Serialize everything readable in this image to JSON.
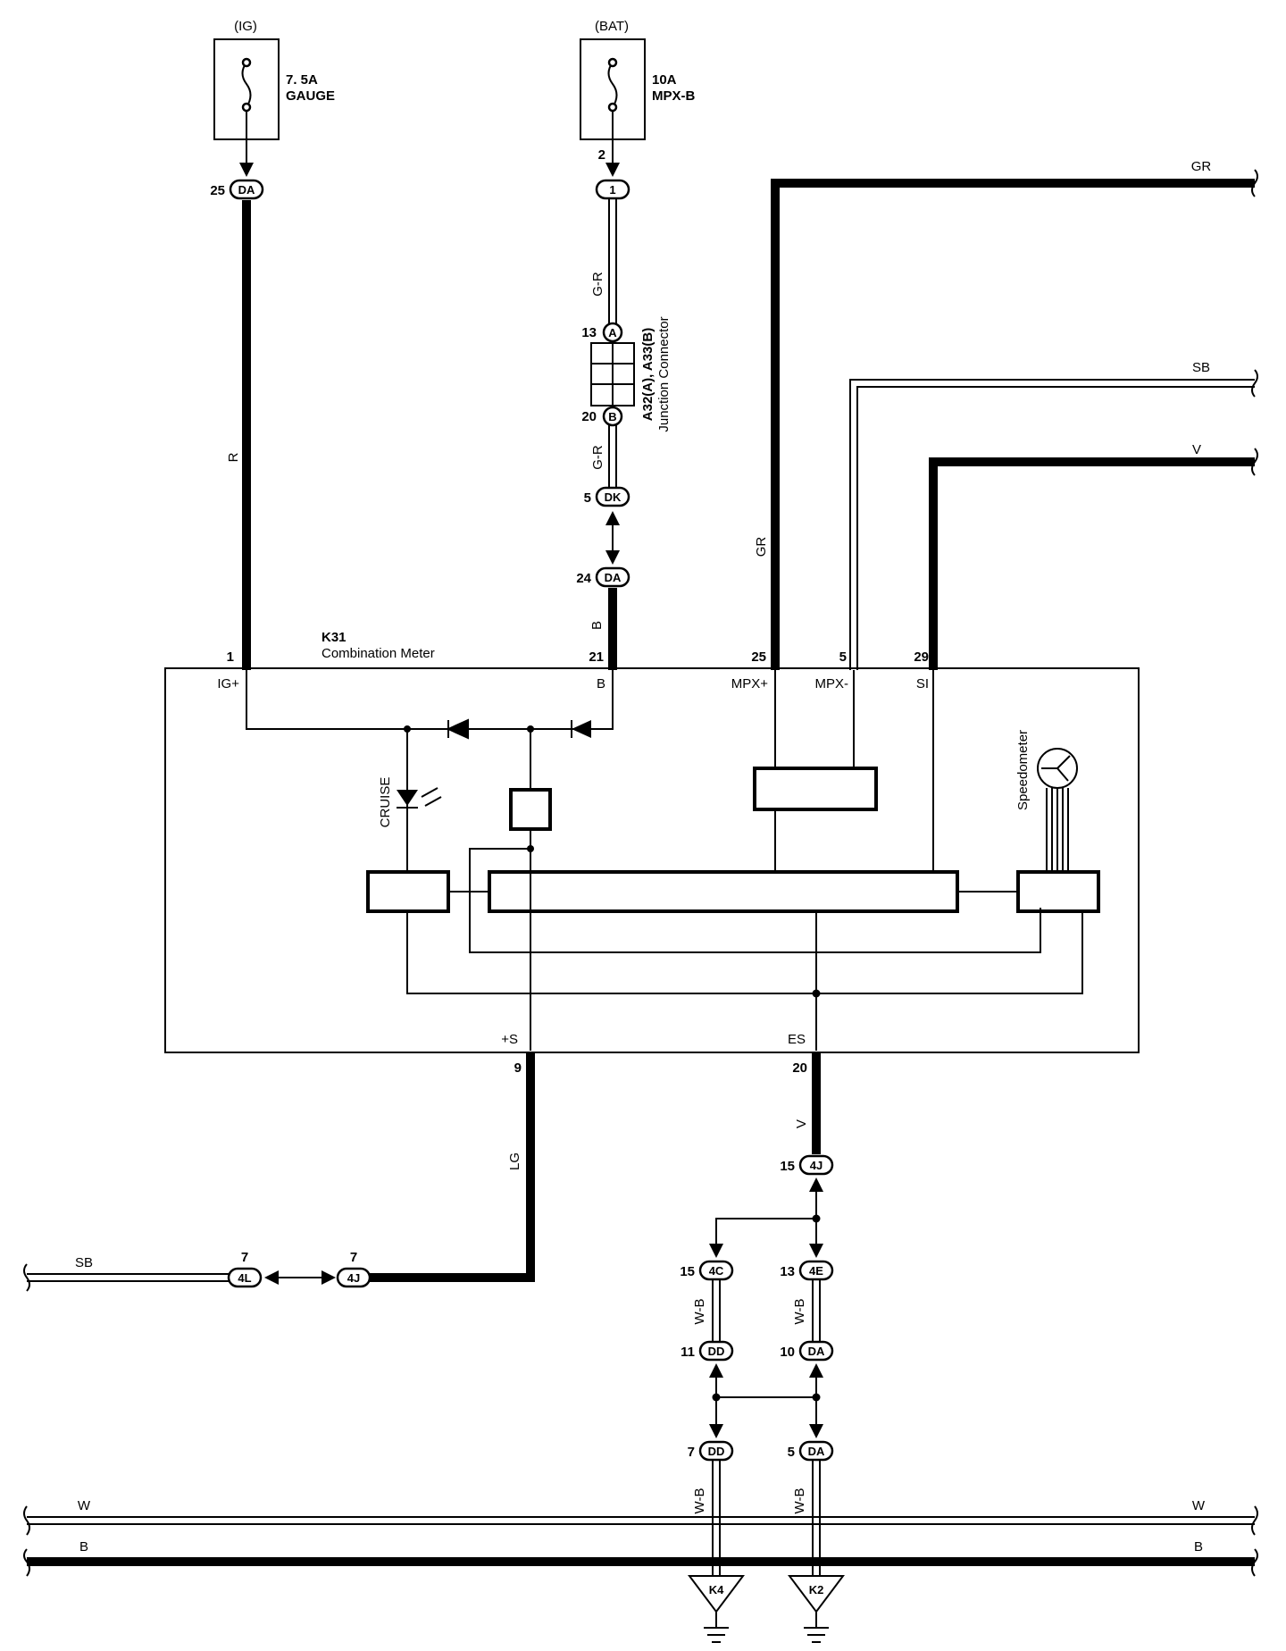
{
  "fuses": {
    "ig": {
      "source": "(IG)",
      "rating": "7. 5A",
      "name": "GAUGE"
    },
    "bat": {
      "source": "(BAT)",
      "rating": "10A",
      "name": "MPX-B"
    }
  },
  "junction": {
    "id": "A32(A), A33(B)",
    "name": "Junction Connector"
  },
  "meter": {
    "id": "K31",
    "name": "Combination Meter",
    "terminals": {
      "ig": "IG+",
      "b": "B",
      "mpx_plus": "MPX+",
      "mpx_minus": "MPX-",
      "si": "SI",
      "s_plus": "+S",
      "es": "ES"
    },
    "cruise": "CRUISE",
    "speedometer": "Speedometer"
  },
  "connectors": {
    "c_da_25": {
      "code": "DA",
      "pin": "25"
    },
    "c_1": {
      "code": "1",
      "pin": "2"
    },
    "c_a13": {
      "code": "A",
      "pin": "13"
    },
    "c_b20": {
      "code": "B",
      "pin": "20"
    },
    "c_dk5": {
      "code": "DK",
      "pin": "5"
    },
    "c_da24": {
      "code": "DA",
      "pin": "24"
    },
    "c_4j15": {
      "code": "4J",
      "pin": "15"
    },
    "c_4c15": {
      "code": "4C",
      "pin": "15"
    },
    "c_4e13": {
      "code": "4E",
      "pin": "13"
    },
    "c_dd11": {
      "code": "DD",
      "pin": "11"
    },
    "c_da10": {
      "code": "DA",
      "pin": "10"
    },
    "c_dd7": {
      "code": "DD",
      "pin": "7"
    },
    "c_da5": {
      "code": "DA",
      "pin": "5"
    },
    "c_4l7": {
      "code": "4L",
      "pin": "7"
    },
    "c_4j7": {
      "code": "4J",
      "pin": "7"
    }
  },
  "meter_pins": {
    "p1": "1",
    "p21": "21",
    "p25": "25",
    "p5": "5",
    "p29": "29",
    "p9": "9",
    "p20": "20"
  },
  "wire_colors": {
    "r": "R",
    "gr_1": "G-R",
    "gr_2": "G-R",
    "b": "B",
    "gr_top": "GR",
    "gr_vert": "GR",
    "sb_top": "SB",
    "v_top": "V",
    "lg": "LG",
    "v_es": "V",
    "sb_left": "SB",
    "wb_1": "W-B",
    "wb_2": "W-B",
    "wb_3": "W-B",
    "wb_4": "W-B",
    "w_left": "W",
    "w_right": "W",
    "b_left": "B",
    "b_right": "B"
  },
  "grounds": {
    "g1": "K4",
    "g2": "K2"
  }
}
